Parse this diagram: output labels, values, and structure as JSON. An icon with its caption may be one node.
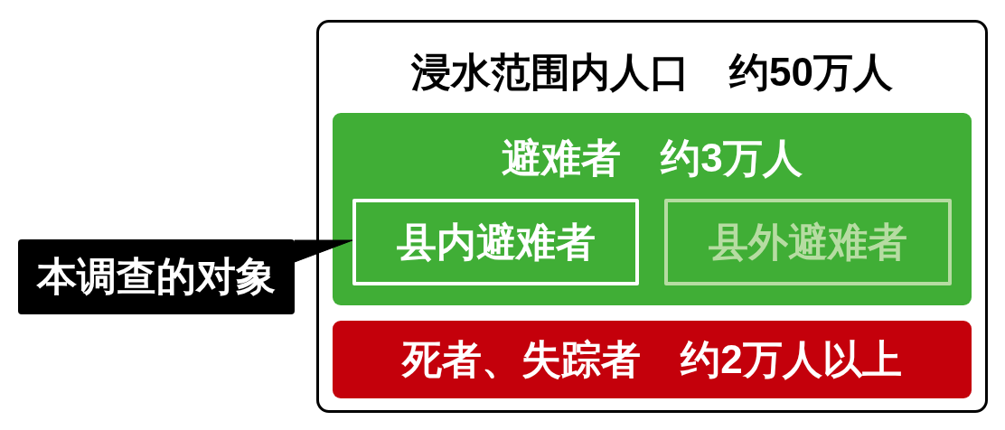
{
  "diagram": {
    "nodes": [
      {
        "text": [
          "浸水范围内人口　约50万人"
        ]
      },
      {
        "text": [
          "避难者　约3万人"
        ],
        "in": 0
      },
      {
        "text": [
          "县内避难者"
        ],
        "in": 1
      },
      {
        "text": [
          "县外避难者"
        ],
        "in": 1
      },
      {
        "text": [
          "死者、失踪者　约2万人以上"
        ],
        "in": 0
      },
      {
        "text": [
          "本调查的对象"
        ]
      }
    ],
    "edges": [
      {
        "from": 5,
        "to": 2,
        "arrow": "none"
      }
    ]
  }
}
